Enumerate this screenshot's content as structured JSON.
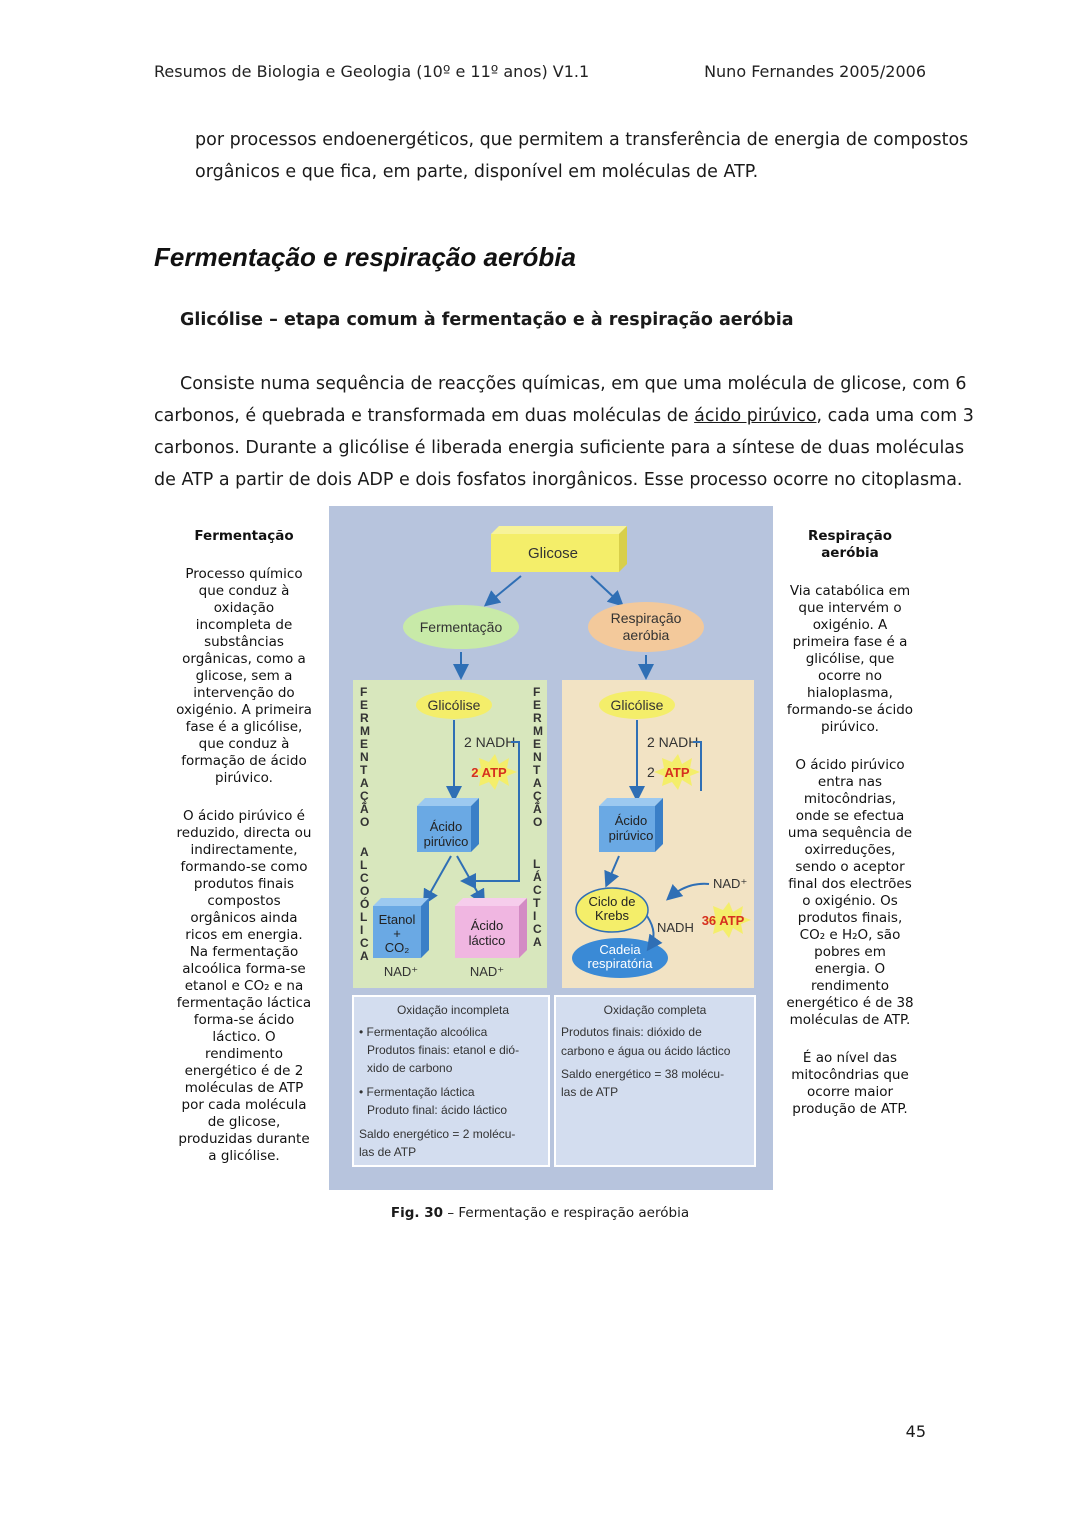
{
  "header": {
    "left": "Resumos de Biologia e Geologia (10º e 11º anos) V1.1",
    "right": "Nuno Fernandes 2005/2006"
  },
  "intro_lines": [
    "por processos endoenergéticos, que permitem a transferência de energia de compostos",
    "orgânicos e que fica, em parte, disponível em moléculas de ATP."
  ],
  "section_title": "Fermentação e respiração aeróbia",
  "subsection_title": "Glicólise – etapa comum à fermentação e à respiração aeróbia",
  "paragraph": {
    "line1": "Consiste numa sequência de reacções químicas, em que uma molécula de glicose, com 6",
    "line2_before": "carbonos, é quebrada e transformada em duas moléculas de ",
    "line2_link": "ácido pirúvico",
    "line2_after": ", cada uma com 3",
    "line3": "carbonos. Durante a glicólise é liberada energia suficiente para a síntese de duas moléculas",
    "line4": "de ATP a partir de dois ADP e dois fosfatos inorgânicos. Esse processo ocorre no citoplasma."
  },
  "left_sidebar": {
    "title": "Fermentação",
    "p1": "Processo químico que conduz à oxidação incompleta de substâncias orgânicas, como a glicose, sem a intervenção do oxigénio. A primeira fase é a glicólise, que conduz à formação de ácido pirúvico.",
    "p2": "O ácido pirúvico é reduzido, directa ou indirectamente, formando-se como produtos finais compostos orgânicos ainda ricos em energia. Na fermentação alcoólica forma-se etanol e CO₂ e na fermentação láctica forma-se ácido láctico. O rendimento energético é de 2 moléculas de ATP por cada molécula de glicose, produzidas durante a glicólise."
  },
  "right_sidebar": {
    "title": "Respiração aeróbia",
    "p1": "Via catabólica em que intervém o oxigénio. A primeira fase é a glicólise, que ocorre no hialoplasma, formando-se ácido pirúvico.",
    "p2": "O ácido pirúvico entra nas mitocôndrias, onde se efectua uma sequência de oxirreduções, sendo o aceptor final dos electrões o oxigénio. Os produtos finais, CO₂ e H₂O, são pobres em energia. O rendimento energético é de 38 moléculas de ATP.",
    "p3": "É ao nível das mitocôndrias que ocorre maior produção de ATP."
  },
  "diagram": {
    "glicose": "Glicose",
    "fermentacao": "Fermentação",
    "respiracao_l1": "Respiração",
    "respiracao_l2": "aeróbia",
    "glicolise": "Glicólise",
    "nadh2": "2 NADH",
    "atp2": "2 ATP",
    "atp_num": "2",
    "atp_word": "ATP",
    "acido_l1": "Ácido",
    "acido_l2": "pirúvico",
    "etanol": "Etanol",
    "plus": "+",
    "co2": "CO₂",
    "nad": "NAD⁺",
    "lactico_l1": "Ácido",
    "lactico_l2": "láctico",
    "krebs_l1": "Ciclo de",
    "krebs_l2": "Krebs",
    "nadh": "NADH",
    "atp36": "36 ATP",
    "cadeia_l1": "Cadeia",
    "cadeia_l2": "respiratória",
    "vertical_alcoolica": "FERMENTAÇÃO ALCOÓLICA",
    "vertical_lactica": "FERMENTAÇÃO LÁCTICA",
    "incompleta": {
      "title": "Oxidação incompleta",
      "b1": "• Fermentação alcoólica",
      "b1a": "Produtos finais: etanol e dió-",
      "b1b": "xido de carbono",
      "b2": "• Fermentação láctica",
      "b2a": "Produto final: ácido láctico",
      "s1": "Saldo energético = 2 molécu-",
      "s2": "las de ATP"
    },
    "completa": {
      "title": "Oxidação completa",
      "l1": "Produtos finais: dióxido de",
      "l2": "carbono e água ou ácido láctico",
      "s1": "Saldo energético = 38 molécu-",
      "s2": "las de ATP"
    }
  },
  "caption": {
    "label": "Fig. 30",
    "text": " – Fermentação e respiração aeróbia"
  },
  "page_number": "45"
}
